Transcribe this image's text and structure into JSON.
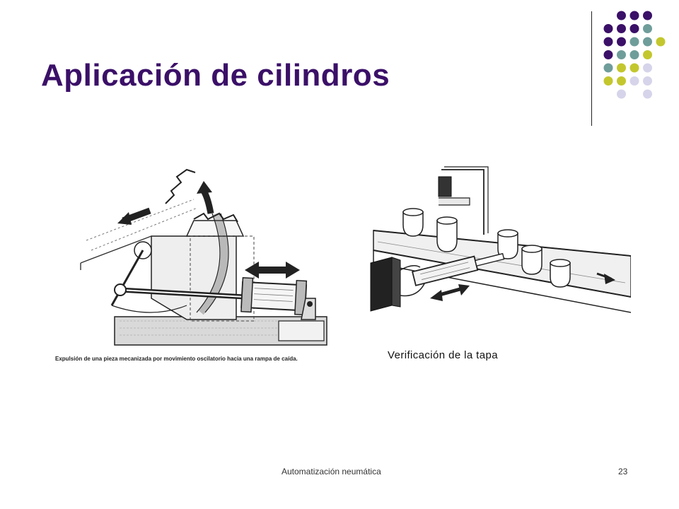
{
  "slide": {
    "title": "Aplicación de cilindros",
    "footer": "Automatización neumática",
    "number": "23"
  },
  "figures": {
    "left_caption": "Expulsión de una pieza mecanizada por movimiento oscilatorio hacia una rampa de caída.",
    "right_caption": "Verificación de la tapa"
  },
  "colors": {
    "title": "#3b1068",
    "dot_purple": "#3b1068",
    "dot_teal": "#6f9d9a",
    "dot_lime": "#c3c72d",
    "dot_lavender": "#d6d4ea"
  }
}
